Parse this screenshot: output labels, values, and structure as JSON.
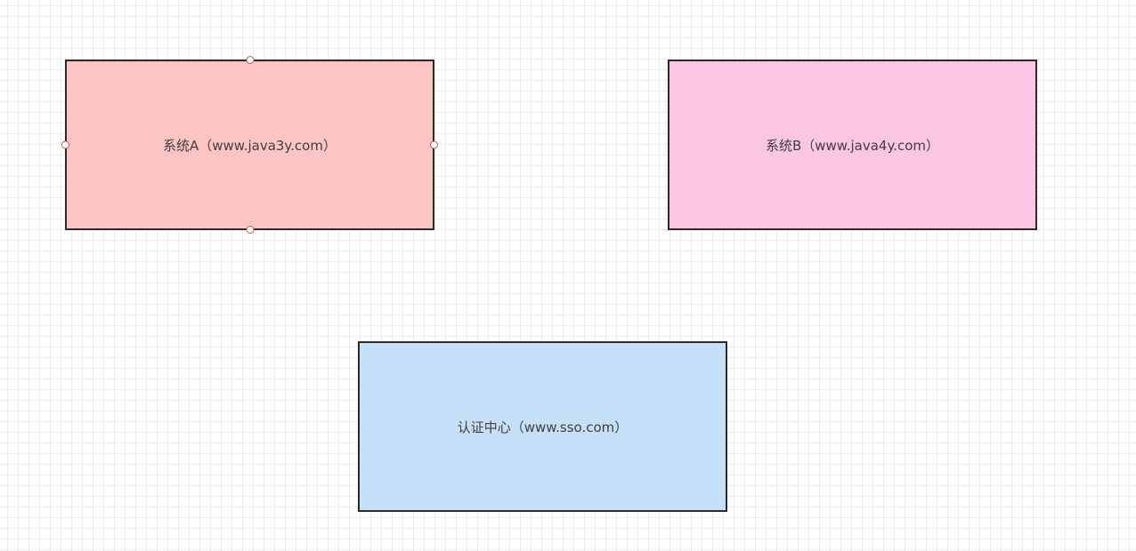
{
  "nodes": [
    {
      "id": "system-a",
      "label": "系统A（www.java3y.com）",
      "fill": "#fcc5c3",
      "selected": true
    },
    {
      "id": "system-b",
      "label": "系统B（www.java4y.com）",
      "fill": "#fbc5e4",
      "selected": false
    },
    {
      "id": "sso-center",
      "label": "认证中心（www.sso.com）",
      "fill": "#c7e0f9",
      "selected": false
    }
  ],
  "colors": {
    "border": "#2a2a2a",
    "grid": "#ebebeb",
    "selection_handle": "#c05555"
  }
}
